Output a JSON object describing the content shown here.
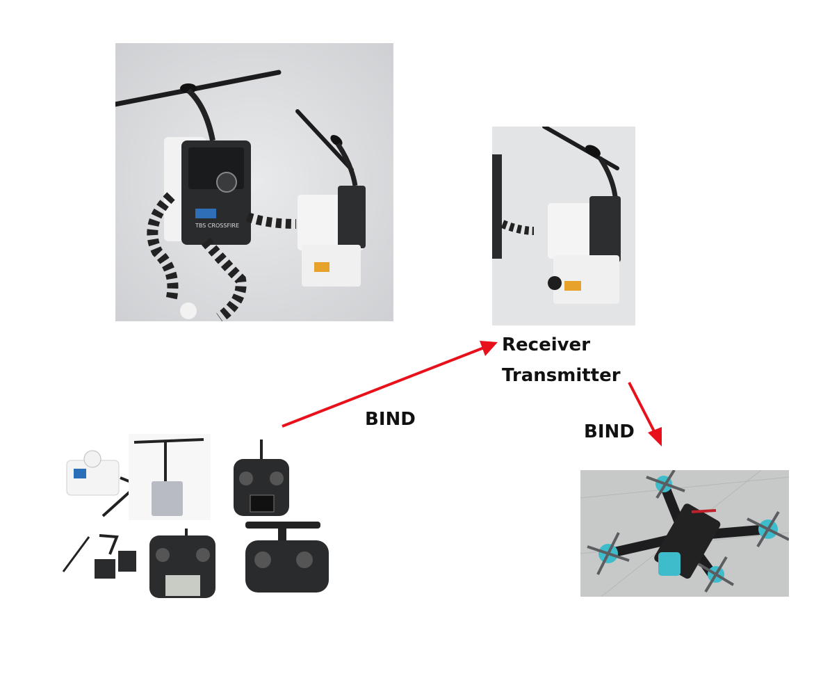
{
  "labels": {
    "bind_left": "BIND",
    "bind_right": "BIND",
    "receiver": "Receiver",
    "transmitter": "Transmitter"
  },
  "colors": {
    "arrow": "#e8101a",
    "label": "#111111"
  },
  "photos": [
    "tbs-crossfire-tx-and-receiver-photo",
    "receiver-module-closeup-photo",
    "transmitter-radios-collage",
    "fpv-quad-drone-photo"
  ]
}
